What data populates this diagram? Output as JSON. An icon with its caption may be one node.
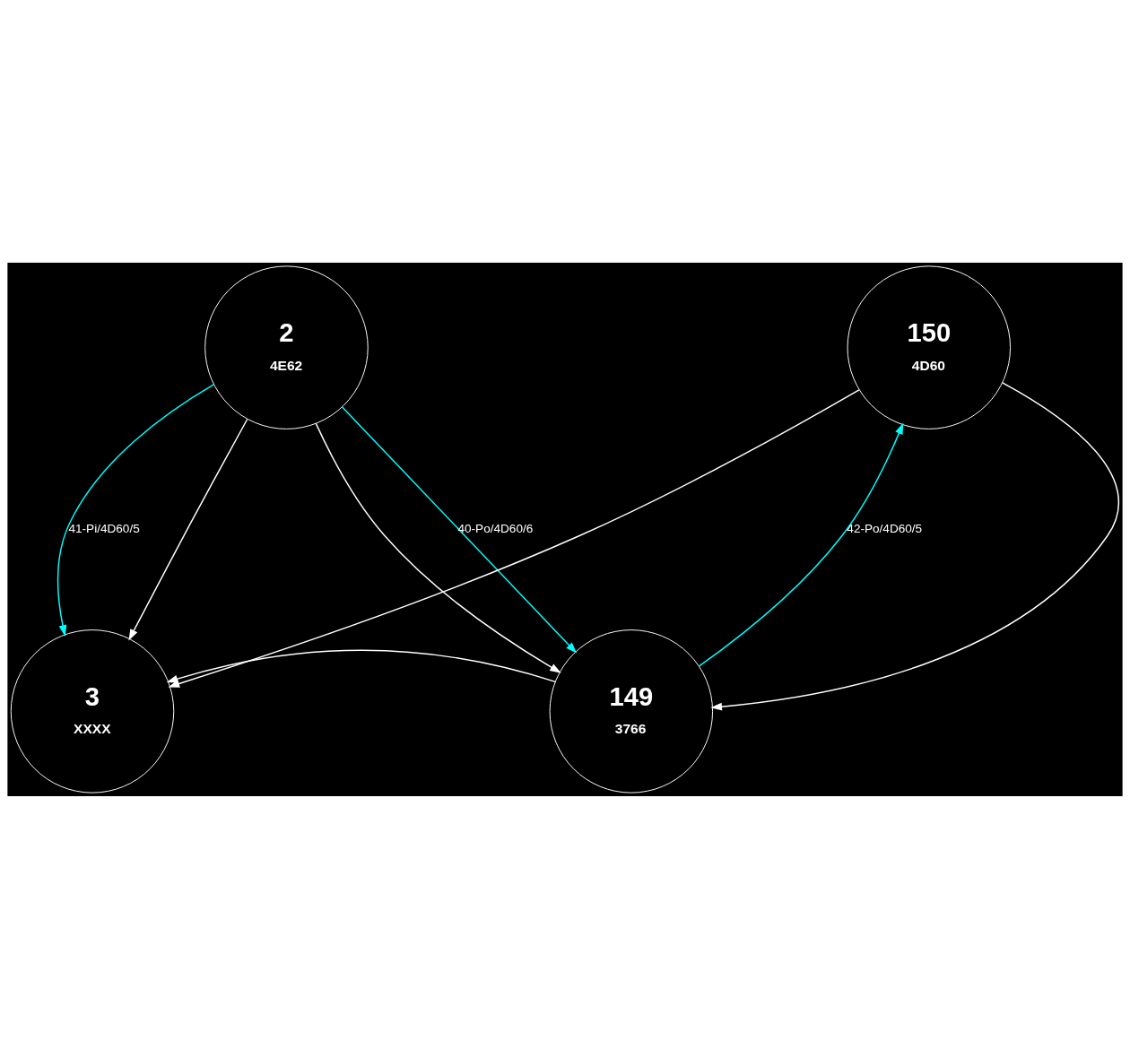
{
  "diagram": {
    "nodes": [
      {
        "text": [
          "2",
          "4E62"
        ]
      },
      {
        "text": [
          "150",
          "4D60"
        ]
      },
      {
        "text": [
          "3",
          "XXXX"
        ]
      },
      {
        "text": [
          "149",
          "3766"
        ]
      }
    ],
    "edges": [
      {
        "from": 0,
        "to": 2,
        "arrow": "to"
      },
      {
        "from": 0,
        "to": 3,
        "arrow": "to"
      },
      {
        "from": 1,
        "to": 2,
        "arrow": "to"
      },
      {
        "from": 1,
        "to": 3,
        "arrow": "to"
      },
      {
        "from": 3,
        "to": 2,
        "arrow": "to"
      },
      {
        "from": 0,
        "to": 2,
        "arrow": "to",
        "label": "41-Pi/4D60/5",
        "color": "#00ffff"
      },
      {
        "from": 0,
        "to": 3,
        "arrow": "to",
        "label": "40-Po/4D60/6",
        "color": "#00ffff"
      },
      {
        "from": 3,
        "to": 1,
        "arrow": "to",
        "label": "42-Po/4D60/5",
        "color": "#00ffff"
      }
    ]
  }
}
